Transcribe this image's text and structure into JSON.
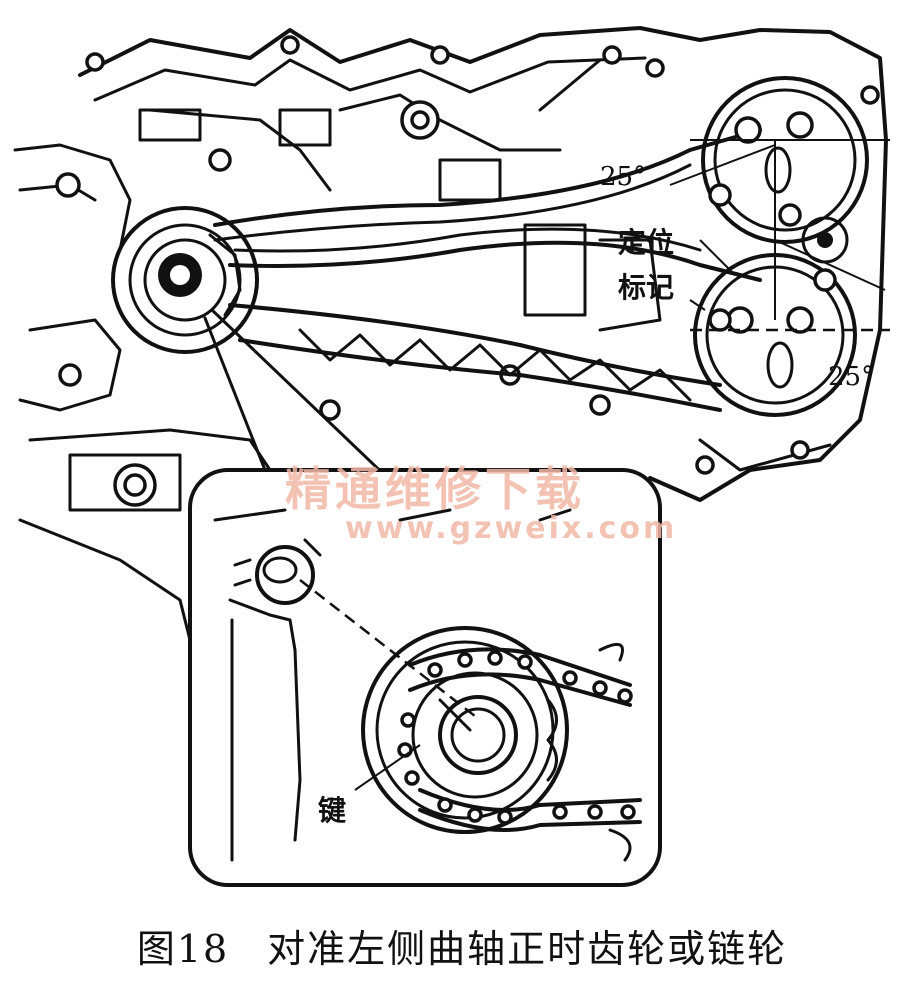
{
  "figure": {
    "labels": {
      "angle_top": "25°",
      "angle_bottom": "25°",
      "timing_mark_line1": "定位",
      "timing_mark_line2": "标记",
      "key": "键"
    },
    "watermark": {
      "line1": "精通维修下载",
      "line2": "www.gzweix.com"
    }
  },
  "caption": {
    "number": "图18",
    "title": "对准左侧曲轴正时齿轮或链轮"
  }
}
